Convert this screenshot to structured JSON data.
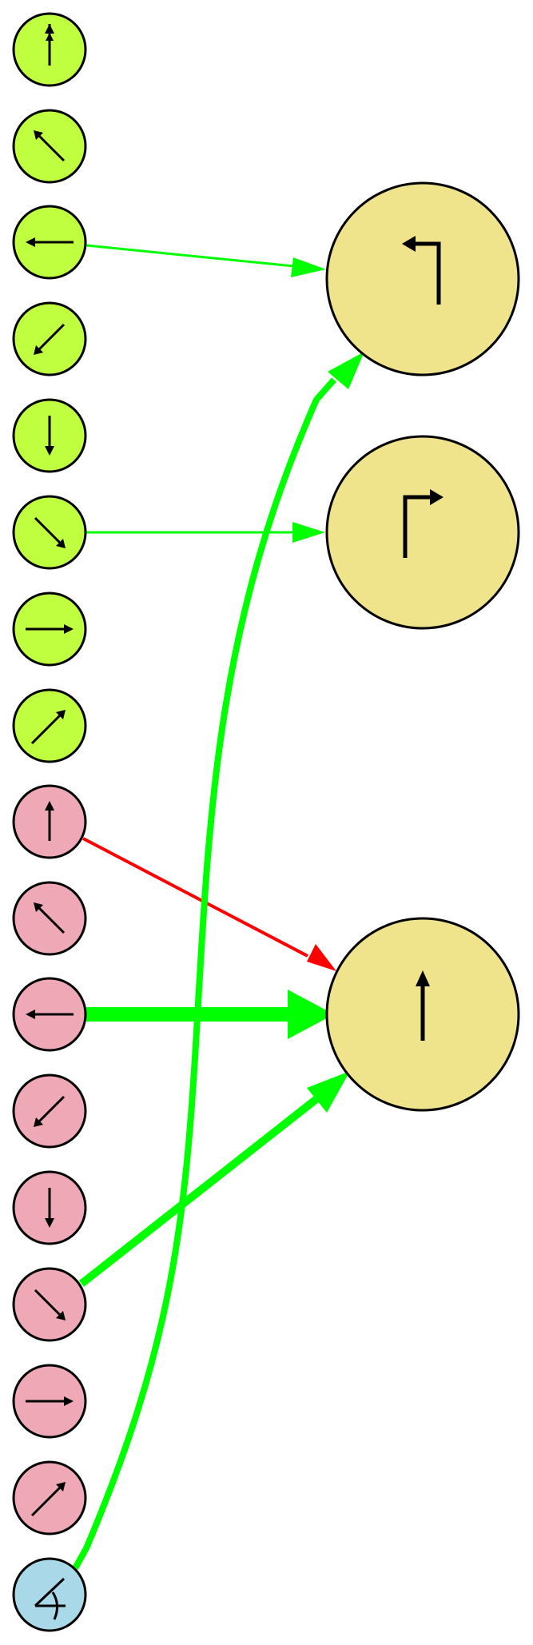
{
  "colors": {
    "green_node": "#bfff3f",
    "pink_node": "#eea8b6",
    "blue_node": "#a9d8e8",
    "yellow_node": "#efe48c",
    "edge_green": "#00ff00",
    "edge_red": "#ff0000",
    "stroke": "#000000"
  },
  "source_nodes": [
    {
      "id": "g-up",
      "group": "green",
      "icon": "arrow-up"
    },
    {
      "id": "g-upleft",
      "group": "green",
      "icon": "arrow-up-left"
    },
    {
      "id": "g-left",
      "group": "green",
      "icon": "arrow-left"
    },
    {
      "id": "g-downleft",
      "group": "green",
      "icon": "arrow-down-left"
    },
    {
      "id": "g-down",
      "group": "green",
      "icon": "arrow-down"
    },
    {
      "id": "g-downright",
      "group": "green",
      "icon": "arrow-down-right"
    },
    {
      "id": "g-right",
      "group": "green",
      "icon": "arrow-right"
    },
    {
      "id": "g-upright",
      "group": "green",
      "icon": "arrow-up-right"
    },
    {
      "id": "p-up",
      "group": "pink",
      "icon": "arrow-up"
    },
    {
      "id": "p-upleft",
      "group": "pink",
      "icon": "arrow-up-left"
    },
    {
      "id": "p-left",
      "group": "pink",
      "icon": "arrow-left"
    },
    {
      "id": "p-downleft",
      "group": "pink",
      "icon": "arrow-down-left"
    },
    {
      "id": "p-down",
      "group": "pink",
      "icon": "arrow-down"
    },
    {
      "id": "p-downright",
      "group": "pink",
      "icon": "arrow-down-right"
    },
    {
      "id": "p-right",
      "group": "pink",
      "icon": "arrow-right"
    },
    {
      "id": "p-upright",
      "group": "pink",
      "icon": "arrow-up-right"
    },
    {
      "id": "b-angle",
      "group": "blue",
      "icon": "angle-arc"
    }
  ],
  "target_nodes": [
    {
      "id": "t-turn-left",
      "icon": "turn-left-arrow"
    },
    {
      "id": "t-turn-right",
      "icon": "turn-right-arrow"
    },
    {
      "id": "t-straight",
      "icon": "straight-up-arrow"
    }
  ],
  "edges": [
    {
      "from": "g-left",
      "to": "t-turn-left",
      "color": "green",
      "weight": "thin"
    },
    {
      "from": "g-downright",
      "to": "t-turn-right",
      "color": "green",
      "weight": "thin"
    },
    {
      "from": "p-up",
      "to": "t-straight",
      "color": "red",
      "weight": "thin"
    },
    {
      "from": "p-left",
      "to": "t-straight",
      "color": "green",
      "weight": "heavy"
    },
    {
      "from": "p-downright",
      "to": "t-straight",
      "color": "green",
      "weight": "bold"
    },
    {
      "from": "b-angle",
      "to": "t-turn-left",
      "color": "green",
      "weight": "bold",
      "curved": true
    }
  ]
}
